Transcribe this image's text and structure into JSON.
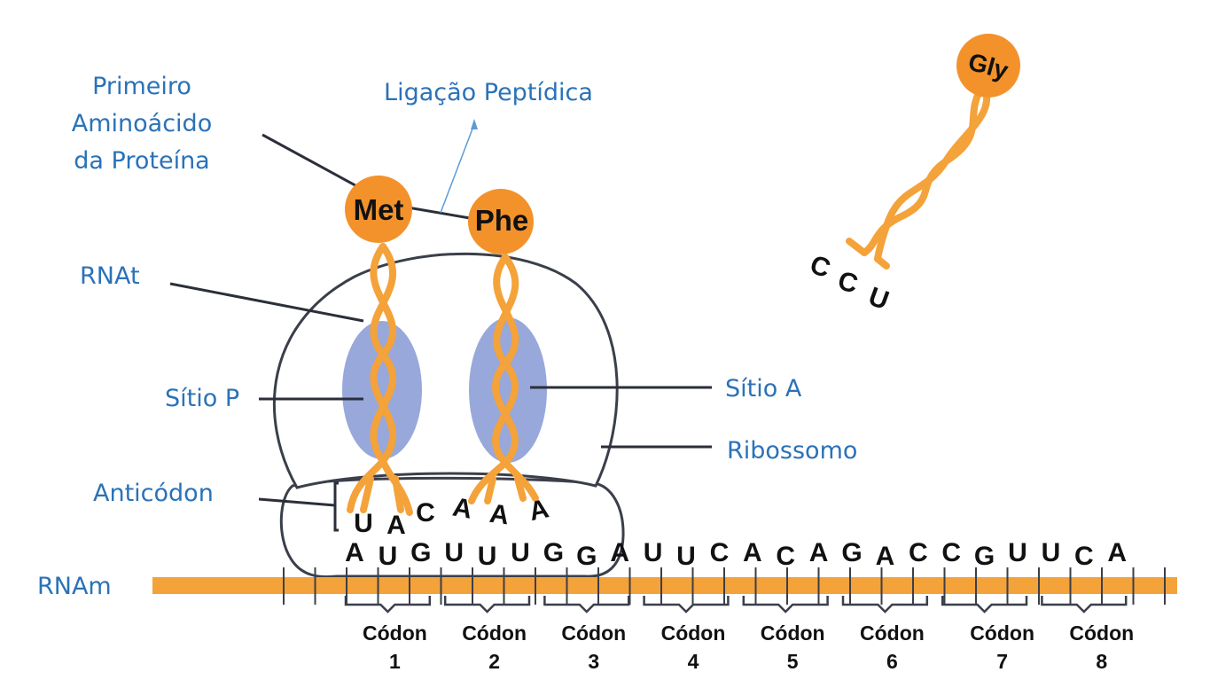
{
  "labels": {
    "first_amino_acid": [
      "Primeiro",
      "Aminoácido",
      "da Proteína"
    ],
    "peptide_bond": "Ligação Peptídica",
    "trna": "RNAt",
    "site_p": "Sítio P",
    "site_a": "Sítio A",
    "ribosome": "Ribossomo",
    "anticodon": "Anticódon",
    "mrna": "RNAm"
  },
  "amino_acids": {
    "met": "Met",
    "phe": "Phe",
    "gly": "Gly"
  },
  "anticodons": {
    "site_p": [
      "U",
      "A",
      "C"
    ],
    "site_a": [
      "A",
      "A",
      "A"
    ],
    "free_trna": [
      "C",
      "C",
      "U"
    ]
  },
  "mrna_bases": [
    "A",
    "U",
    "G",
    "U",
    "U",
    "U",
    "G",
    "G",
    "A",
    "U",
    "U",
    "C",
    "A",
    "C",
    "A",
    "G",
    "A",
    "C",
    "C",
    "G",
    "U",
    "U",
    "C",
    "A"
  ],
  "codons": [
    {
      "word": "Códon",
      "num": "1"
    },
    {
      "word": "Códon",
      "num": "2"
    },
    {
      "word": "Códon",
      "num": "3"
    },
    {
      "word": "Códon",
      "num": "4"
    },
    {
      "word": "Códon",
      "num": "5"
    },
    {
      "word": "Códon",
      "num": "6"
    },
    {
      "word": "Códon",
      "num": "7"
    },
    {
      "word": "Códon",
      "num": "8"
    }
  ],
  "colors": {
    "orange": "#f4a23a",
    "amino_fill": "#f3922b",
    "site_blue": "#8d9fd6",
    "label_blue": "#2a72b8",
    "outline": "#3a3f4a"
  }
}
